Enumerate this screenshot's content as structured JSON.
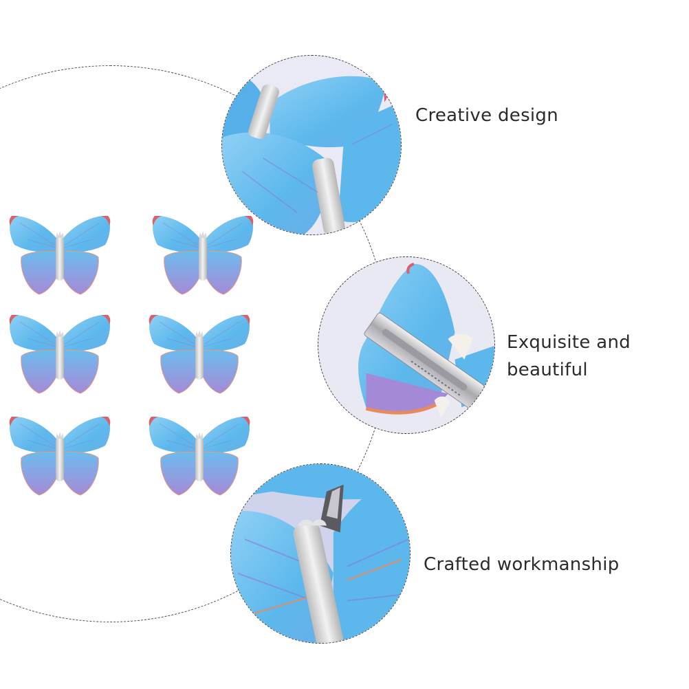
{
  "features": [
    {
      "label": "Creative design",
      "image": "closeup-two-butterflies"
    },
    {
      "label": "Exquisite and\nbeautiful",
      "label_line1": "Exquisite and",
      "label_line2": "beautiful",
      "image": "closeup-alligator-clip"
    },
    {
      "label": "Crafted workmanship",
      "image": "closeup-glitter-body"
    }
  ],
  "product_grid": {
    "count": 6,
    "rows": 3,
    "columns": 2,
    "item": "blue butterfly hair clip with silver glitter body"
  },
  "colors": {
    "wing_blue": "#5cb8ec",
    "wing_light": "#8fd0f5",
    "wing_purple": "#9a8ad8",
    "wing_edge": "#e0605a",
    "glitter": "#d8d8d8",
    "text": "#2b2b2b",
    "dash": "#4a4a4a"
  }
}
